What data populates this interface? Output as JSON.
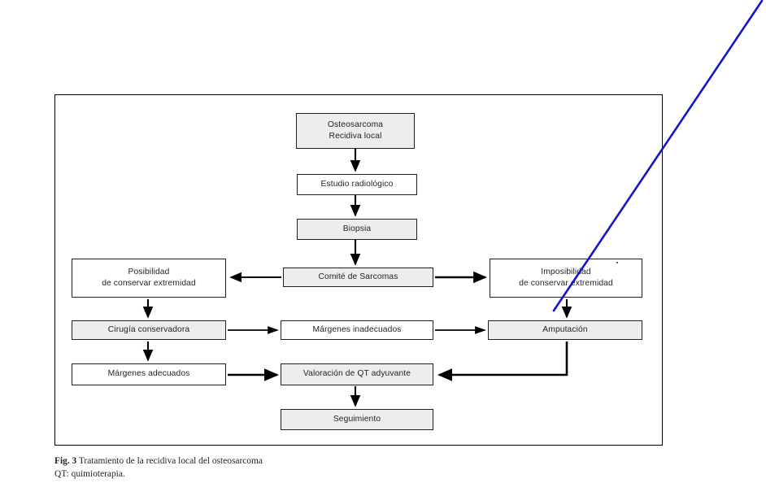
{
  "figure": {
    "frame_color": "#000000",
    "box_fill_gray": "#ededed",
    "box_fill_white": "#ffffff",
    "box_border": "#231f20",
    "connector_color": "#000000",
    "annotation_color": "#1414cc"
  },
  "nodes": {
    "osteosarcoma": {
      "label": "Osteosarcoma\nRecidiva local"
    },
    "estudio": {
      "label": "Estudio radiológico"
    },
    "biopsia": {
      "label": "Biopsia"
    },
    "posibilidad": {
      "label": "Posibilidad\nde conservar extremidad"
    },
    "comite": {
      "label": "Comité de Sarcomas"
    },
    "imposibilidad": {
      "label": "Imposibilidad\nde conservar extremidad"
    },
    "cirugia": {
      "label": "Cirugía conservadora"
    },
    "marg_inadec": {
      "label": "Márgenes inadecuados"
    },
    "amputacion": {
      "label": "Amputación"
    },
    "marg_adec": {
      "label": "Márgenes adecuados"
    },
    "valoracion": {
      "label": "Valoración de QT adyuvante"
    },
    "seguimiento": {
      "label": "Seguimiento"
    }
  },
  "caption": {
    "label": "Fig. 3",
    "title": " Tratamiento de la recidiva local del osteosarcoma",
    "legend": "QT: quimioterapia."
  }
}
